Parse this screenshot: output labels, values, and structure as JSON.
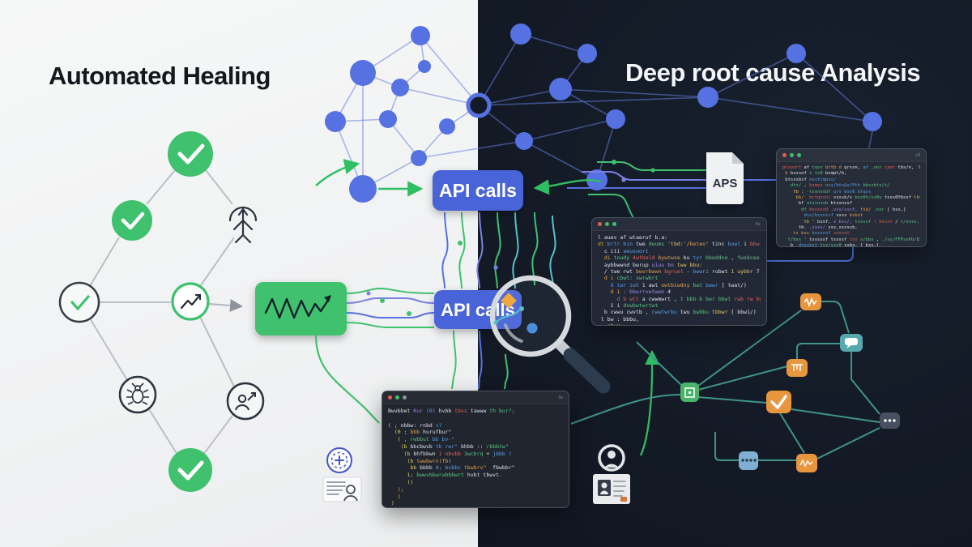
{
  "titles": {
    "left": "Automated Healing",
    "right": "Deep root cause Analysis"
  },
  "buttons": {
    "api_top": "API calls",
    "api_middle": "API calls"
  },
  "labels": {
    "aps_file": "APS"
  },
  "colors": {
    "bg_light": "#f4f5f5",
    "bg_dark": "#141b27",
    "green": "#3ec06d",
    "node_blue": "#5671e2",
    "button_blue": "#4a63d8",
    "orange": "#e8963e",
    "teal": "#56aaae",
    "slate": "#475060",
    "light_blue": "#7fb0d4"
  },
  "icons": {
    "check-circle": "green circle with white checkmark",
    "person-branch": "stick figure with raised arms",
    "trend-circle": "circle with rising zigzag arrow",
    "bug-circle": "circle with bug glyph",
    "escalate-circle": "circle with person and NE arrow",
    "waveform-box": "green box with zigzag signal",
    "aps-file": "document file labeled APS",
    "magnifier": "magnifying glass with sparkle",
    "badge": "blue circular badge",
    "id-card": "identity card with text lines and person",
    "user-circle": "person inside circle",
    "report-card": "card with photo, lines and stamp"
  },
  "windows": {
    "mid": {
      "dots": [
        "#e0604f",
        "#43c06e",
        "#43c06e"
      ],
      "corner": "5s",
      "lines": [
        [
          [
            "w",
            "l auev af wtaeruf b.a:"
          ]
        ],
        [
          [
            "o",
            "dt"
          ],
          [
            "b",
            " brtr bin"
          ],
          [
            "w",
            " twe"
          ],
          [
            "g",
            " deums"
          ],
          [
            "y",
            " 'tbd:'/"
          ],
          [
            "o",
            "beteo"
          ],
          [
            "w",
            "' tinc"
          ],
          [
            "b",
            " bowt"
          ],
          [
            "w",
            " i"
          ],
          [
            "r",
            " bbwtvrr"
          ],
          [
            "w",
            "  bowbr"
          ],
          [
            "y",
            " 7"
          ]
        ],
        [
          [
            "w",
            "  c iti"
          ],
          [
            "b",
            " aeuswort"
          ]
        ],
        [
          [
            "o",
            "  di"
          ],
          [
            "g",
            " toudy"
          ],
          [
            "r",
            " 4wtbeld"
          ],
          [
            "o",
            " bywtwse"
          ],
          [
            "w",
            " bu"
          ],
          [
            "b",
            " tyr"
          ],
          [
            "g",
            " bbeddne"
          ],
          [
            "w",
            " ,"
          ],
          [
            "g",
            " fwsbcee"
          ],
          [
            "w",
            " 1"
          ],
          [
            "g",
            " bincw"
          ]
        ],
        [
          [
            "w",
            "  aybbwwnd bwrup"
          ],
          [
            "p",
            " uiuu bn"
          ],
          [
            "y",
            " tww bbu:"
          ]
        ],
        [
          [
            "w",
            "  / twe rwt"
          ],
          [
            "o",
            " bwvrbwwn"
          ],
          [
            "r",
            " bgruet"
          ],
          [
            "w",
            " -"
          ],
          [
            "b",
            " bwwri"
          ],
          [
            "w",
            " rubwt"
          ],
          [
            "y",
            " 1 uybbr"
          ],
          [
            "w",
            " 7"
          ]
        ],
        [
          [
            "o",
            "  d i"
          ],
          [
            "g",
            " cbwt: swrwbrt"
          ]
        ],
        [
          [
            "b",
            "    d twr iwt"
          ],
          [
            "w",
            " 1 awt"
          ],
          [
            "o",
            " owtbiwdny"
          ],
          [
            "g",
            " bwt"
          ],
          [
            "b",
            " bwwr"
          ],
          [
            "w",
            " [ twat/)"
          ]
        ],
        [
          [
            "o",
            "    d 1"
          ],
          [
            "p",
            " : bbwrrvwtwwn"
          ],
          [
            "w",
            " 4"
          ]
        ],
        [
          [
            "r",
            "      d b wtt"
          ],
          [
            "w",
            " a cwwmwrt ,"
          ],
          [
            "g",
            " t bbb-b bwr bbwt"
          ],
          [
            "r",
            " rwb rw bwu"
          ],
          [
            "o",
            " tbbb-?"
          ]
        ],
        [
          [
            "w",
            "    1 i"
          ],
          [
            "g",
            " dvwbwtwrtwt"
          ]
        ],
        [
          [
            "w",
            "  b cwwu cwvtb ,"
          ],
          [
            "b",
            " cwwtwrbu"
          ],
          [
            "w",
            " twu"
          ],
          [
            "g",
            " bwbbu"
          ],
          [
            "y",
            " tbbwr"
          ],
          [
            "w",
            " [ bbw1/)"
          ]
        ],
        [
          [
            "w",
            " l bw : bbbu,"
          ]
        ],
        [
          [
            "o",
            "   rtwr"
          ]
        ]
      ]
    },
    "tr": {
      "dots": [
        "#e0604f",
        "#43c06e",
        "#43c06e"
      ],
      "corner": "c9",
      "lines": [
        [
          [
            "r",
            "ptsvnrt"
          ],
          [
            "w",
            " af"
          ],
          [
            "g",
            " tqsv"
          ],
          [
            "o",
            " brtb d"
          ],
          [
            "w",
            " qrssn,"
          ],
          [
            "b",
            " af"
          ],
          [
            "g",
            " ,vnr"
          ],
          [
            "r",
            " canr"
          ],
          [
            "w",
            " tbs/n,"
          ],
          [
            "y",
            " 'bss"
          ],
          [
            "w",
            " urss0"
          ]
        ],
        [
          [
            "o",
            " b"
          ],
          [
            "w",
            " bsssnf"
          ],
          [
            "g",
            " i ts8"
          ],
          [
            "w",
            " bsmpt/b,"
          ]
        ],
        [
          [
            "w",
            " btsssbsf"
          ],
          [
            "b",
            " nssttmpss/"
          ]
        ],
        [
          [
            "g",
            "   dts/"
          ],
          [
            "w",
            " ,"
          ],
          [
            "r",
            " bsmss"
          ],
          [
            "b",
            " nss/bts&s/Ptb"
          ],
          [
            "g",
            " bbssbts/t/"
          ]
        ],
        [
          [
            "y",
            "    fb"
          ],
          [
            "w",
            " :"
          ],
          [
            "g",
            " -tssnssbf"
          ],
          [
            "b",
            " u/v bss0"
          ],
          [
            "b",
            " btqss"
          ]
        ],
        [
          [
            "o",
            "     bb/"
          ],
          [
            "r",
            "  brtqssn/"
          ],
          [
            "w",
            " ssssb/s"
          ],
          [
            "g",
            " bss0t/ss0u"
          ],
          [
            "w",
            " tsss0Ybssf"
          ],
          [
            "o",
            " tbssbst"
          ]
        ],
        [
          [
            "w",
            "      bf"
          ],
          [
            "g",
            " utssnssb"
          ],
          [
            "w",
            " btssnssf"
          ]
        ],
        [
          [
            "g",
            "       df"
          ],
          [
            "r",
            " bsssss0"
          ],
          [
            "p",
            " ,vss/ssst,"
          ],
          [
            "o",
            " fsb/"
          ],
          [
            "g",
            " .bsr"
          ],
          [
            "w",
            " [ bss,]"
          ]
        ],
        [
          [
            "b",
            "        dss/bssnssf"
          ],
          [
            "w",
            " ssss"
          ],
          [
            "o",
            " bsbst"
          ]
        ],
        [
          [
            "y",
            "        tb"
          ],
          [
            "w",
            " ' bssf,"
          ],
          [
            "p",
            " v bss/,"
          ],
          [
            "g",
            " tssssf"
          ],
          [
            "r",
            " ( bssst"
          ],
          [
            "w",
            " /"
          ],
          [
            "g",
            " t/ssss,"
          ],
          [
            "w",
            " tssn"
          ]
        ],
        [
          [
            "w",
            "      tb."
          ],
          [
            "p",
            " ,ssss/"
          ],
          [
            "w",
            " sss,sssssb,"
          ]
        ],
        [
          [
            "o",
            "    ts bss"
          ],
          [
            "b",
            " bsssssf"
          ],
          [
            "r",
            " ssssst"
          ]
        ],
        [
          [
            "g",
            "  t/bss"
          ],
          [
            "w",
            " ' tsssssf tssssf"
          ],
          [
            "r",
            " tss"
          ],
          [
            "g",
            " s/bbs"
          ],
          [
            "w",
            " ,"
          ],
          [
            "g",
            " ./ss/FFPssPb/B"
          ]
        ],
        [
          [
            "w",
            "   b"
          ],
          [
            "b",
            "  dsssbst"
          ],
          [
            "g",
            " tss/sss0"
          ],
          [
            "w",
            " ssbs- [ bss,]"
          ]
        ]
      ]
    },
    "bot": {
      "dots": [
        "#e0604f",
        "#43c06e",
        "#8b93a0"
      ],
      "corner": "3s",
      "lines": [
        [
          [
            "w",
            "Bwvbbet"
          ],
          [
            "p",
            " Kur"
          ],
          [
            "b",
            " (0)"
          ],
          [
            "w",
            " hvbb"
          ],
          [
            "r",
            " tbss"
          ],
          [
            "w",
            " tawww"
          ],
          [
            "g",
            " th bur?;"
          ]
        ],
        [],
        [
          [
            "y",
            "( ;"
          ],
          [
            "w",
            " nbbw: rnbd"
          ],
          [
            "b",
            " v?"
          ]
        ],
        [
          [
            "y",
            "  (0 ;"
          ],
          [
            "o",
            " bbb"
          ],
          [
            "w",
            " hurufbur\""
          ]
        ],
        [
          [
            "y",
            "   ( ,"
          ],
          [
            "g",
            " rwbbut"
          ],
          [
            "b",
            " bb bv-\""
          ]
        ],
        [
          [
            "y",
            "    (b"
          ],
          [
            "w",
            " bbcbwvb"
          ],
          [
            "b",
            " tb rwr\""
          ],
          [
            "w",
            " bhbb ::"
          ],
          [
            "g",
            " rkbbtw\""
          ]
        ],
        [
          [
            "y",
            "     (b"
          ],
          [
            "w",
            " bhfbbwn"
          ],
          [
            "r",
            " 1 nbvbb"
          ],
          [
            "g",
            " 3wcbrq"
          ],
          [
            "w",
            " +"
          ],
          [
            "b",
            " jbbb )"
          ]
        ],
        [
          [
            "y",
            "      (b"
          ],
          [
            "o",
            " twwbwrn(fb)"
          ]
        ],
        [
          [
            "y",
            "       bb"
          ],
          [
            "w",
            " bbbb"
          ],
          [
            "b",
            " d; bvbbc"
          ],
          [
            "o",
            " tbwbrv\""
          ],
          [
            "w",
            "  fbwbbr\""
          ]
        ],
        [
          [
            "y",
            "      1;"
          ],
          [
            "g",
            " bwwvbbwrwbbbwrt"
          ],
          [
            "w",
            " hvbt tbwvt."
          ]
        ],
        [
          [
            "y",
            "      ()"
          ]
        ],
        [
          [
            "o",
            "   );"
          ]
        ],
        [
          [
            "y",
            "   )"
          ]
        ],
        [
          [
            "y",
            " )"
          ]
        ]
      ]
    }
  }
}
